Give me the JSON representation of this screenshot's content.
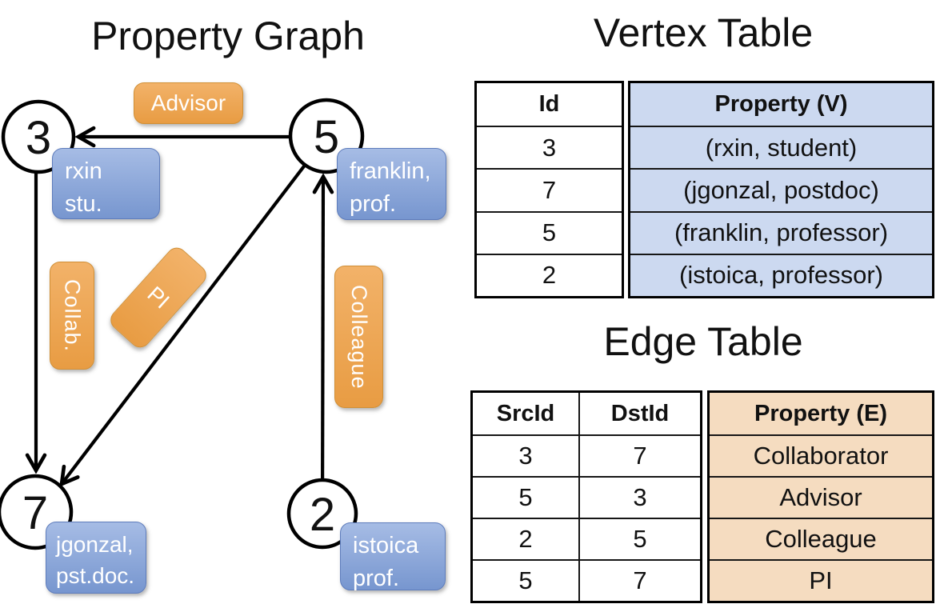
{
  "graph": {
    "title": "Property Graph",
    "nodes": [
      {
        "id": "3",
        "line1": "rxin",
        "line2": "stu."
      },
      {
        "id": "5",
        "line1": "franklin,",
        "line2": "prof."
      },
      {
        "id": "7",
        "line1": "jgonzal,",
        "line2": "pst.doc."
      },
      {
        "id": "2",
        "line1": "istoica",
        "line2": "prof."
      }
    ],
    "edge_labels": {
      "advisor": "Advisor",
      "collab": "Collab.",
      "pi": "PI",
      "colleague": "Colleague"
    }
  },
  "vertex_table": {
    "title": "Vertex Table",
    "columns": [
      "Id",
      "Property (V)"
    ],
    "rows": [
      [
        "3",
        "(rxin, student)"
      ],
      [
        "7",
        "(jgonzal, postdoc)"
      ],
      [
        "5",
        "(franklin, professor)"
      ],
      [
        "2",
        "(istoica, professor)"
      ]
    ]
  },
  "edge_table": {
    "title": "Edge Table",
    "columns": [
      "SrcId",
      "DstId",
      "Property (E)"
    ],
    "rows": [
      [
        "3",
        "7",
        "Collaborator"
      ],
      [
        "5",
        "3",
        "Advisor"
      ],
      [
        "2",
        "5",
        "Colleague"
      ],
      [
        "5",
        "7",
        "PI"
      ]
    ]
  },
  "colors": {
    "edge_pill_top": "#f2b269",
    "edge_pill_bottom": "#e89c43",
    "vertex_pill_top": "#a6bce5",
    "vertex_pill_bottom": "#7796cf",
    "vertex_property_fill": "#ccd9f0",
    "edge_property_fill": "#f5dcc0",
    "line_color": "#000000"
  }
}
